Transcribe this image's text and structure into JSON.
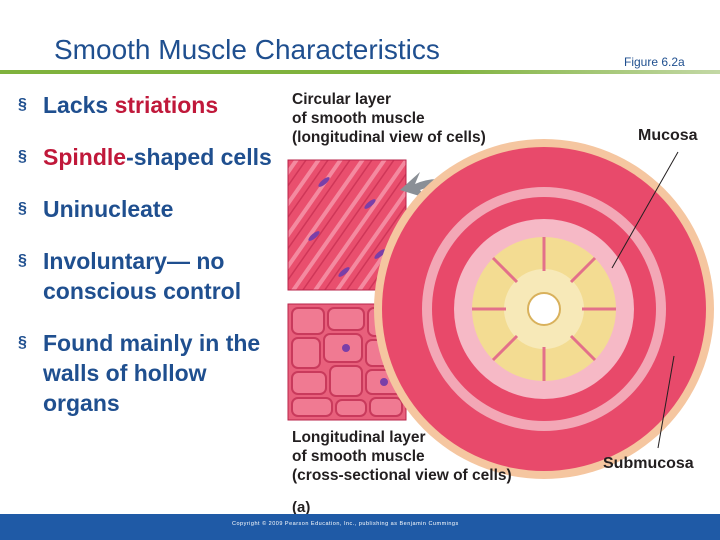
{
  "slide": {
    "title": "Smooth Muscle Characteristics",
    "figure_label": "Figure 6.2a",
    "bullet_symbol": "§",
    "bullets": [
      {
        "plain": "Lacks ",
        "accent": "striations",
        "rest": ""
      },
      {
        "plain": "",
        "accent": "Spindle",
        "rest": "-shaped cells"
      },
      {
        "plain": "Uninucleate",
        "accent": "",
        "rest": ""
      },
      {
        "plain": "Involuntary— no conscious control",
        "accent": "",
        "rest": ""
      },
      {
        "plain": "Found mainly in the walls of hollow organs",
        "accent": "",
        "rest": ""
      }
    ],
    "copyright": "Copyright © 2009 Pearson Education, Inc., publishing as Benjamin Cummings"
  },
  "figure": {
    "circular_caption": [
      "Circular layer",
      "of smooth muscle",
      "(longitudinal view of cells)"
    ],
    "longitudinal_caption": [
      "Longitudinal layer",
      "of smooth muscle",
      "(cross-sectional view of cells)"
    ],
    "mucosa_label": "Mucosa",
    "submucosa_label": "Submucosa",
    "panel_label": "(a)"
  },
  "colors": {
    "title_blue": "#1f4f8f",
    "accent_red": "#c0183a",
    "rule_green": "#7fb23d",
    "footer_blue": "#1f5aa6",
    "muscle_pink": "#e8496a",
    "mucosa_yellow": "#f3dc92"
  }
}
